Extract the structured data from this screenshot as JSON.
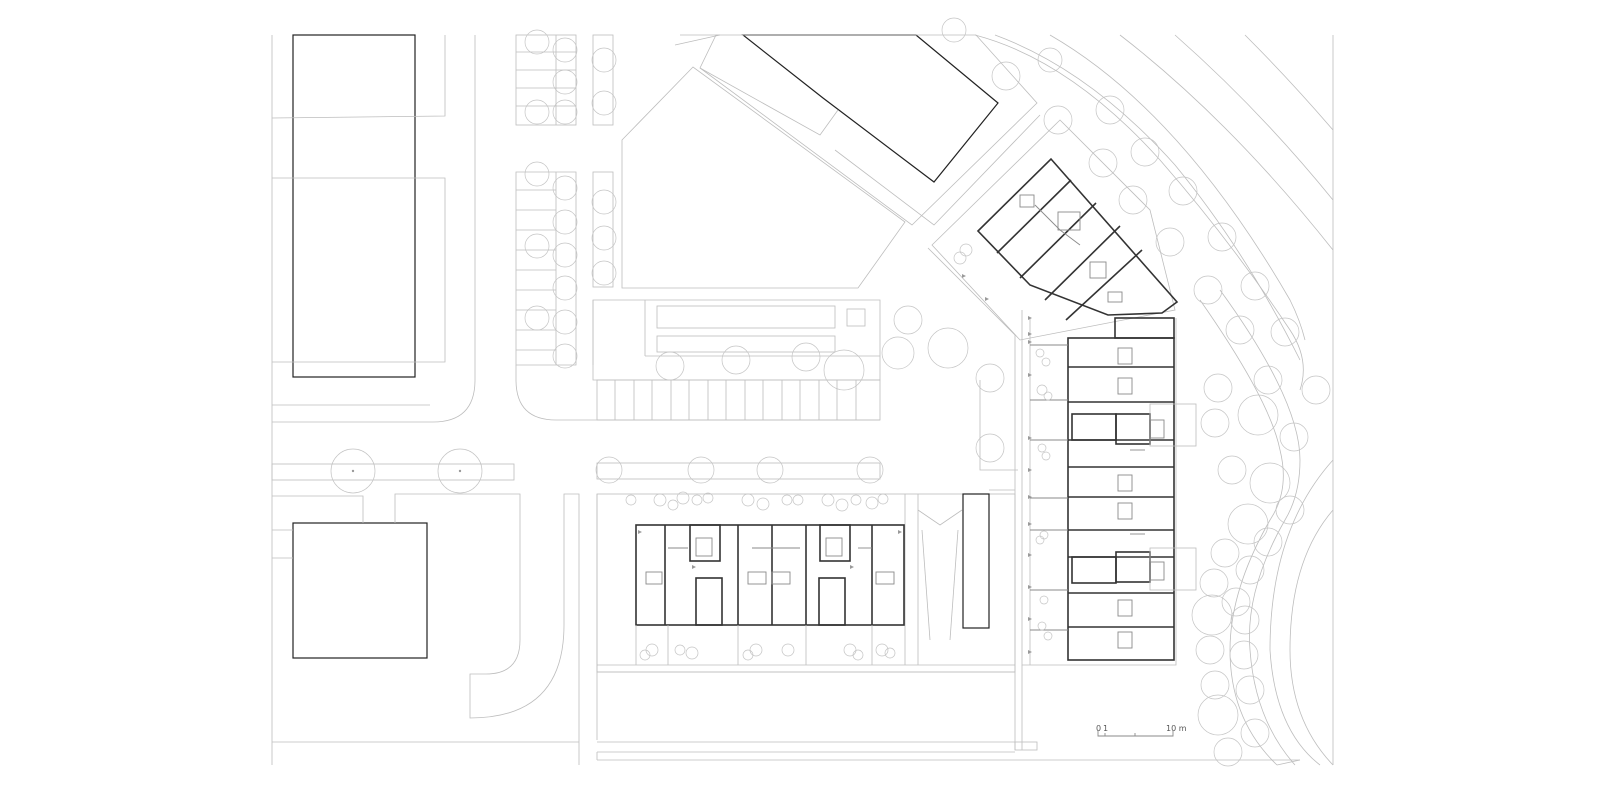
{
  "scale_bar": {
    "label_start": "0",
    "label_one": "1",
    "label_end": "10 m"
  }
}
